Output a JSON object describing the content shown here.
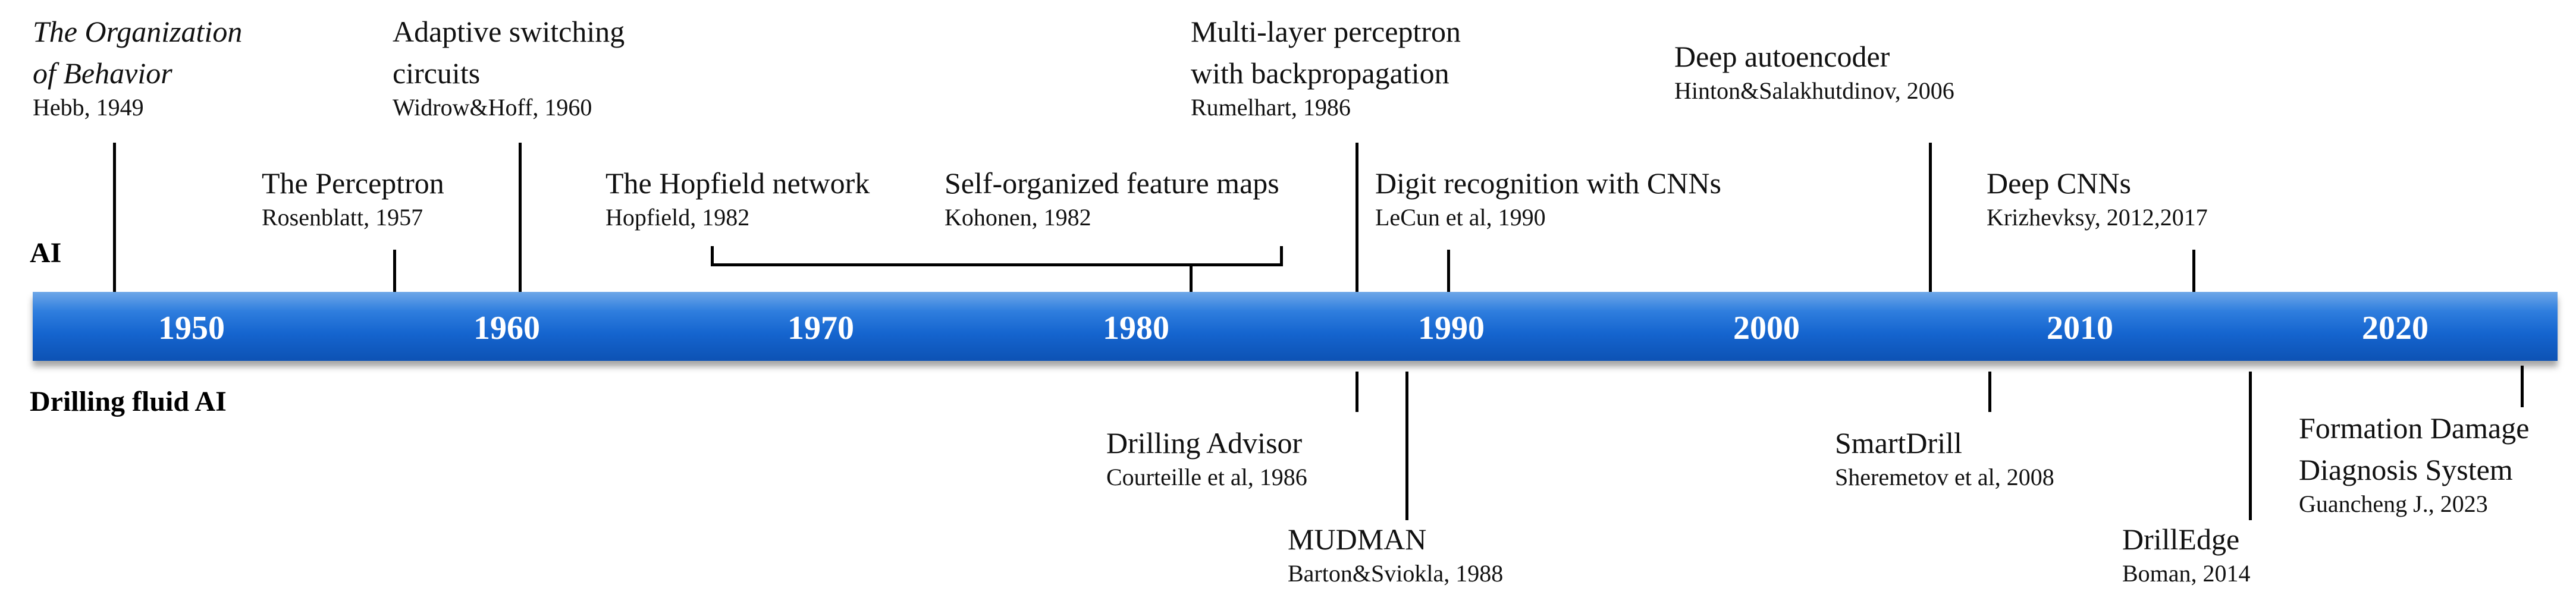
{
  "labels": {
    "ai": "AI",
    "drilling": "Drilling fluid AI"
  },
  "years": [
    "1950",
    "1960",
    "1970",
    "1980",
    "1990",
    "2000",
    "2010",
    "2020"
  ],
  "ai_events": [
    {
      "title_lines": [
        "The Organization",
        "of Behavior"
      ],
      "italic": true,
      "sub": "Hebb, 1949"
    },
    {
      "title_lines": [
        "The Perceptron"
      ],
      "italic": false,
      "sub": "Rosenblatt, 1957"
    },
    {
      "title_lines": [
        "Adaptive switching",
        "circuits"
      ],
      "italic": false,
      "sub": "Widrow&Hoff, 1960"
    },
    {
      "title_lines": [
        "The Hopfield network"
      ],
      "italic": false,
      "sub": "Hopfield, 1982"
    },
    {
      "title_lines": [
        "Self-organized feature maps"
      ],
      "italic": false,
      "sub": "Kohonen, 1982"
    },
    {
      "title_lines": [
        "Multi-layer perceptron",
        "with backpropagation"
      ],
      "italic": false,
      "sub": "Rumelhart, 1986"
    },
    {
      "title_lines": [
        "Digit recognition with CNNs"
      ],
      "italic": false,
      "sub": "LeCun et al, 1990"
    },
    {
      "title_lines": [
        "Deep autoencoder"
      ],
      "italic": false,
      "sub": "Hinton&Salakhutdinov, 2006"
    },
    {
      "title_lines": [
        "Deep CNNs"
      ],
      "italic": false,
      "sub": "Krizhevksy, 2012,2017"
    }
  ],
  "drilling_events": [
    {
      "title_lines": [
        "Drilling Advisor"
      ],
      "sub": "Courteille et al, 1986"
    },
    {
      "title_lines": [
        "MUDMAN"
      ],
      "sub": "Barton&Sviokla, 1988"
    },
    {
      "title_lines": [
        "SmartDrill"
      ],
      "sub": "Sheremetov et al, 2008"
    },
    {
      "title_lines": [
        "DrillEdge"
      ],
      "sub": "Boman, 2014"
    },
    {
      "title_lines": [
        "Formation Damage",
        "Diagnosis System"
      ],
      "sub": "Guancheng J., 2023"
    }
  ]
}
